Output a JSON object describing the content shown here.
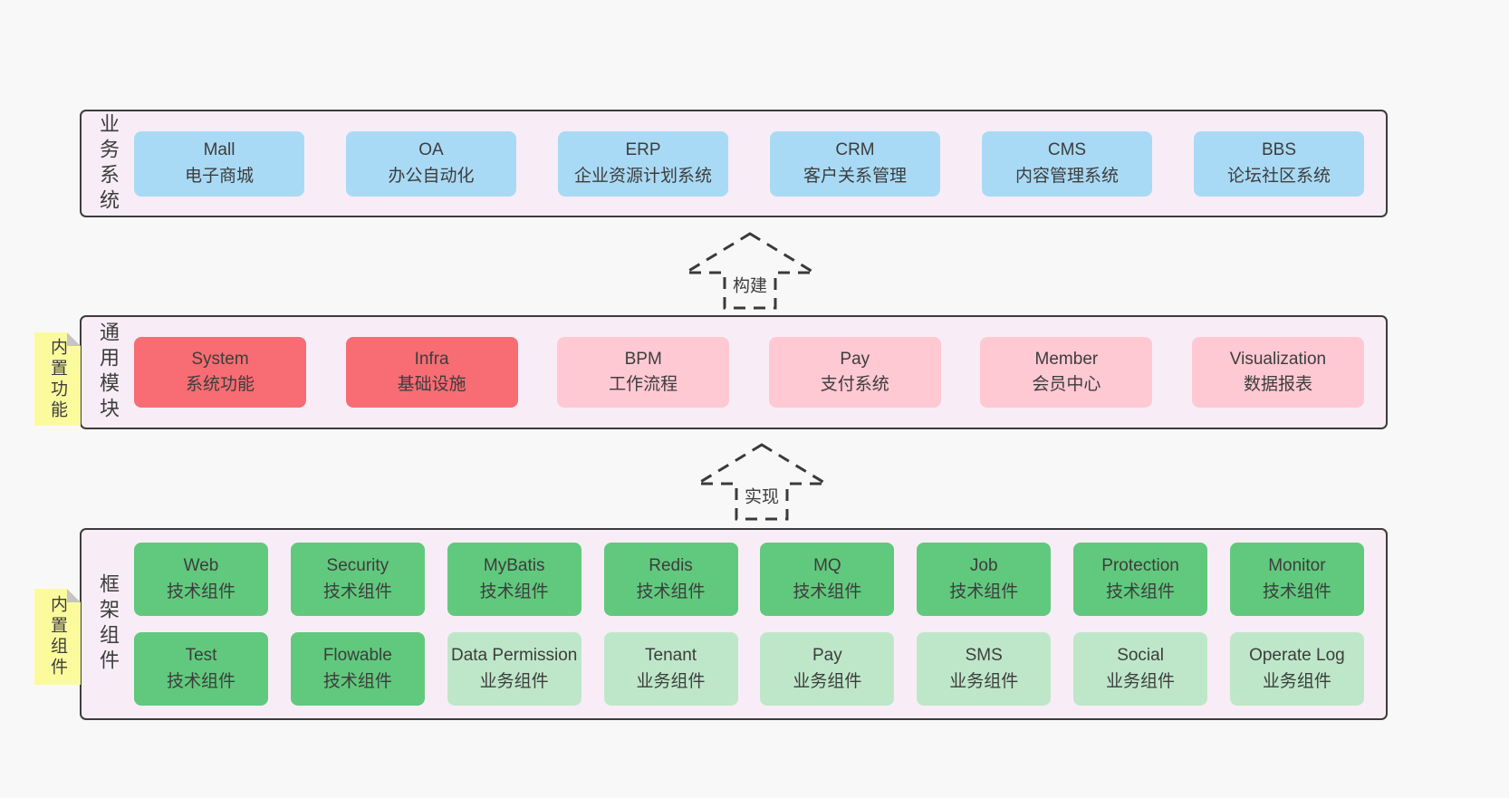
{
  "colors": {
    "page_bg": "#f8f8f8",
    "band_bg": "#f8edf6",
    "band_border": "#3c3c3c",
    "blue_box": "#a9daf5",
    "red_box": "#f76d73",
    "pink_box": "#fec9d3",
    "green_box": "#61c97d",
    "light_green_box": "#bee7c9",
    "sticky_yellow": "#fbfb9e",
    "sticky_fold_gray": "#c4c4c4",
    "text": "#3d3d3d"
  },
  "arrows": [
    {
      "label": "构建"
    },
    {
      "label": "实现"
    }
  ],
  "stickies": [
    {
      "label": "内置功能"
    },
    {
      "label": "内置组件"
    }
  ],
  "bands": [
    {
      "label": "业务系统",
      "boxes": [
        {
          "title": "Mall",
          "subtitle": "电子商城"
        },
        {
          "title": "OA",
          "subtitle": "办公自动化"
        },
        {
          "title": "ERP",
          "subtitle": "企业资源计划系统"
        },
        {
          "title": "CRM",
          "subtitle": "客户关系管理"
        },
        {
          "title": "CMS",
          "subtitle": "内容管理系统"
        },
        {
          "title": "BBS",
          "subtitle": "论坛社区系统"
        }
      ]
    },
    {
      "label": "通用模块",
      "boxes": [
        {
          "title": "System",
          "subtitle": "系统功能"
        },
        {
          "title": "Infra",
          "subtitle": "基础设施"
        },
        {
          "title": "BPM",
          "subtitle": "工作流程"
        },
        {
          "title": "Pay",
          "subtitle": "支付系统"
        },
        {
          "title": "Member",
          "subtitle": "会员中心"
        },
        {
          "title": "Visualization",
          "subtitle": "数据报表"
        }
      ]
    },
    {
      "label": "框架组件",
      "rows": [
        [
          {
            "title": "Web",
            "subtitle": "技术组件"
          },
          {
            "title": "Security",
            "subtitle": "技术组件"
          },
          {
            "title": "MyBatis",
            "subtitle": "技术组件"
          },
          {
            "title": "Redis",
            "subtitle": "技术组件"
          },
          {
            "title": "MQ",
            "subtitle": "技术组件"
          },
          {
            "title": "Job",
            "subtitle": "技术组件"
          },
          {
            "title": "Protection",
            "subtitle": "技术组件"
          },
          {
            "title": "Monitor",
            "subtitle": "技术组件"
          }
        ],
        [
          {
            "title": "Test",
            "subtitle": "技术组件"
          },
          {
            "title": "Flowable",
            "subtitle": "技术组件"
          },
          {
            "title": "Data Permission",
            "subtitle": "业务组件"
          },
          {
            "title": "Tenant",
            "subtitle": "业务组件"
          },
          {
            "title": "Pay",
            "subtitle": "业务组件"
          },
          {
            "title": "SMS",
            "subtitle": "业务组件"
          },
          {
            "title": "Social",
            "subtitle": "业务组件"
          },
          {
            "title": "Operate Log",
            "subtitle": "业务组件"
          }
        ]
      ]
    }
  ]
}
